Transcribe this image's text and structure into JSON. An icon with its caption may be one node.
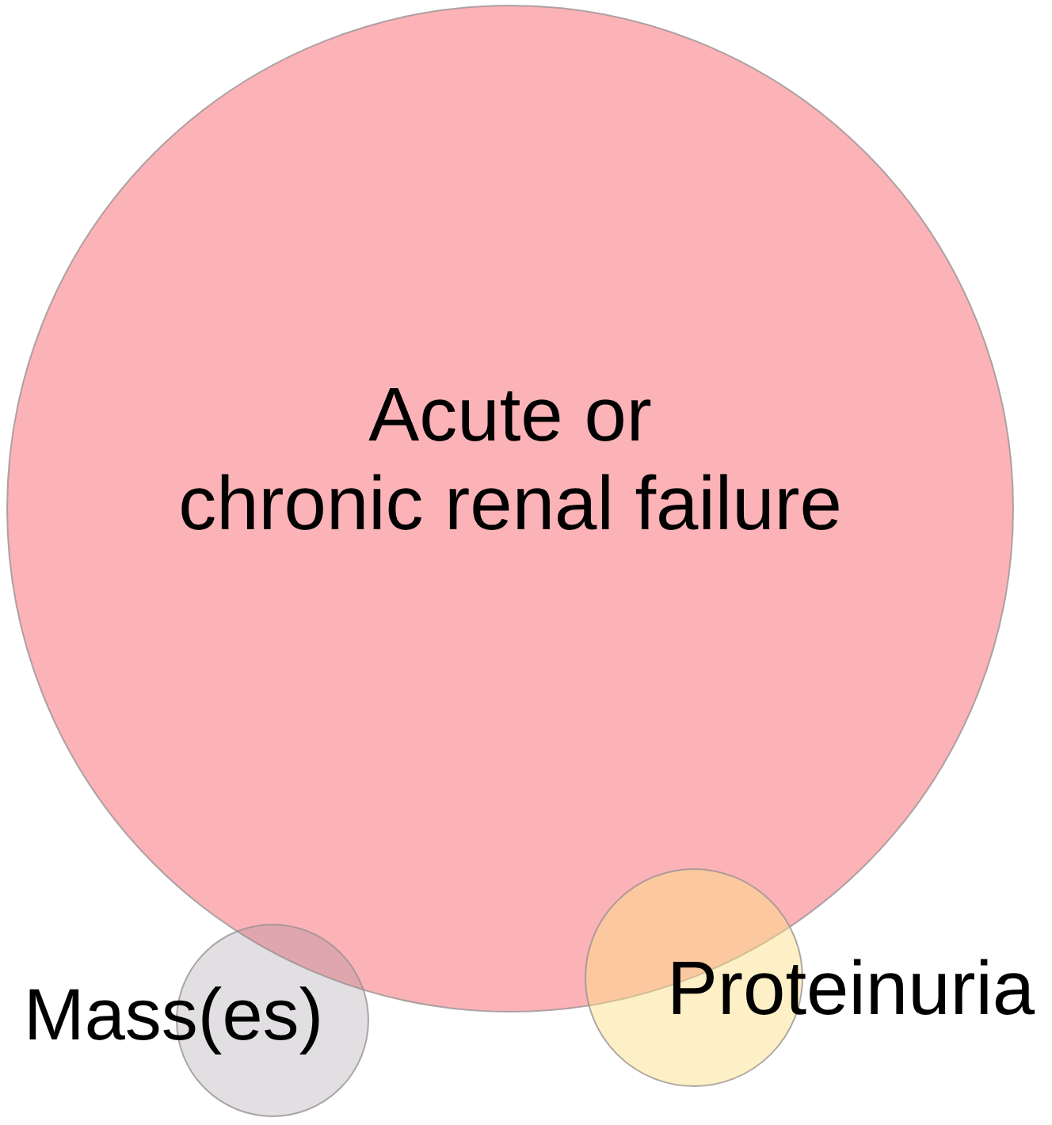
{
  "diagram": {
    "nodes": [
      {
        "text": [
          "Acute or chronic renal failure"
        ]
      },
      {
        "text": [
          "Mass(es)"
        ]
      },
      {
        "text": [
          "Proteinuria"
        ]
      }
    ]
  }
}
